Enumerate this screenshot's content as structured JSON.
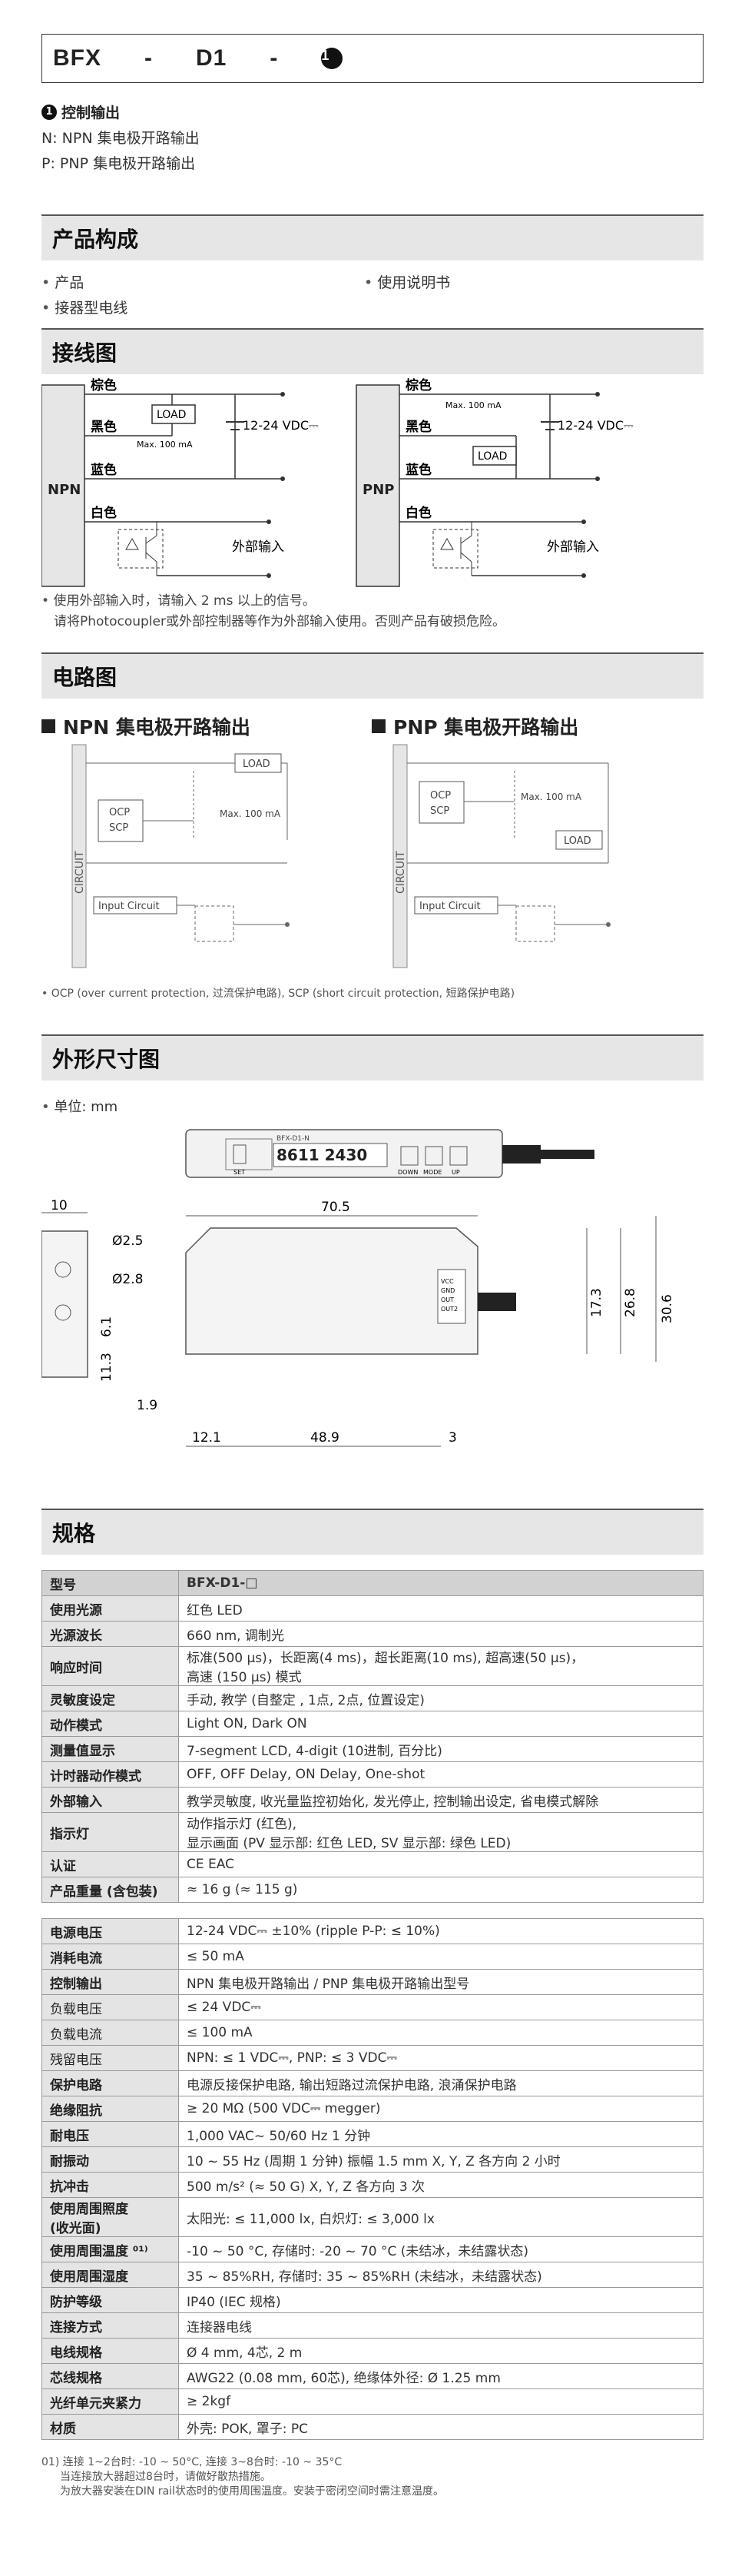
{
  "model": {
    "parts": [
      "BFX",
      "-",
      "D1",
      "-"
    ],
    "circle": "❶"
  },
  "option": {
    "title": "控制输出",
    "circle": "❶",
    "lines": [
      "N: NPN 集电极开路输出",
      "P: PNP 集电极开路输出"
    ]
  },
  "composition": {
    "title": "产品构成",
    "left": [
      "产品",
      "接器型电线"
    ],
    "right": [
      "使用说明书"
    ]
  },
  "wiring": {
    "title": "接线图",
    "npn": {
      "label": "NPN",
      "brown": "棕色",
      "black": "黑色",
      "blue": "蓝色",
      "white": "白色",
      "load": "LOAD",
      "max": "Max. 100 mA",
      "vdc": "12-24 VDC⎓",
      "ext": "外部输入"
    },
    "pnp": {
      "label": "PNP",
      "brown": "棕色",
      "black": "黑色",
      "blue": "蓝色",
      "white": "白色",
      "load": "LOAD",
      "max": "Max. 100 mA",
      "vdc": "12-24 VDC⎓",
      "ext": "外部输入"
    },
    "note1": "使用外部输入时，请输入 2 ms 以上的信号。",
    "note2": "请将Photocoupler或外部控制器等作为外部输入使用。否则产品有破损危险。"
  },
  "circuit": {
    "title": "电路图",
    "npn_title": "NPN 集电极开路输出",
    "pnp_title": "PNP 集电极开路输出",
    "load": "LOAD",
    "max": "Max. 100 mA",
    "ocp": "OCP",
    "scp": "SCP",
    "circuit_label": "CIRCUIT",
    "input_circuit": "Input Circuit",
    "note": "OCP (over current protection, 过流保护电路), SCP (short circuit protection, 短路保护电路)"
  },
  "dimensions": {
    "title": "外形尺寸图",
    "unit": "单位: mm",
    "display": "8611 2430",
    "top_label": "BFX-D1-N",
    "buttons": [
      "SET",
      "DOWN",
      "MODE",
      "UP"
    ],
    "wire_labels": [
      "VCC",
      "GND",
      "OUT",
      "OUT2"
    ],
    "dims": {
      "w10": "10",
      "d25": "Ø2.5",
      "d28": "Ø2.8",
      "h61": "6.1",
      "h113": "11.3",
      "l705": "70.5",
      "h173": "17.3",
      "h268": "26.8",
      "h306": "30.6",
      "l19": "1.9",
      "l121": "12.1",
      "l489": "48.9",
      "l3": "3"
    }
  },
  "specs_section": {
    "title": "规格",
    "rows1": [
      {
        "k": "型号",
        "v": "BFX-D1-□",
        "hdr": true
      },
      {
        "k": "使用光源",
        "v": "红色 LED"
      },
      {
        "k": "光源波长",
        "v": "660 nm, 调制光"
      },
      {
        "k": "响应时间",
        "v": "标准(500 μs)，长距离(4 ms)，超长距离(10 ms), 超高速(50 μs)，",
        "v2": "高速 (150 μs) 模式"
      },
      {
        "k": "灵敏度设定",
        "v": "手动, 教学 (自整定 , 1点, 2点, 位置设定)"
      },
      {
        "k": "动作模式",
        "v": "Light ON, Dark ON"
      },
      {
        "k": "测量值显示",
        "v": "7-segment LCD, 4-digit (10进制, 百分比)"
      },
      {
        "k": "计时器动作模式",
        "v": "OFF, OFF Delay, ON Delay, One-shot"
      },
      {
        "k": "外部输入",
        "v": "教学灵敏度, 收光量监控初始化, 发光停止, 控制输出设定, 省电模式解除"
      },
      {
        "k": "指示灯",
        "v": "动作指示灯 (红色),",
        "v2": "显示画面 (PV 显示部: 红色 LED, SV 显示部: 绿色 LED)"
      },
      {
        "k": "认证",
        "v": "CE EAC"
      },
      {
        "k": "产品重量 (含包装)",
        "v": "≈ 16 g (≈ 115 g)"
      }
    ],
    "rows2": [
      {
        "k": "电源电压",
        "v": "12-24 VDC⎓ ±10% (ripple P-P: ≤ 10%)"
      },
      {
        "k": "消耗电流",
        "v": "≤ 50 mA"
      },
      {
        "k": "控制输出",
        "v": "NPN 集电极开路输出 / PNP 集电极开路输出型号"
      },
      {
        "k": "负载电压",
        "v": "≤ 24 VDC⎓",
        "light": true
      },
      {
        "k": "负载电流",
        "v": "≤ 100 mA",
        "light": true
      },
      {
        "k": "残留电压",
        "v": "NPN: ≤ 1 VDC⎓, PNP: ≤ 3 VDC⎓",
        "light": true
      },
      {
        "k": "保护电路",
        "v": "电源反接保护电路, 输出短路过流保护电路, 浪涌保护电路"
      },
      {
        "k": "绝缘阻抗",
        "v": "≥ 20 MΩ (500 VDC⎓ megger)"
      },
      {
        "k": "耐电压",
        "v": "1,000 VAC∼ 50/60 Hz 1 分钟"
      },
      {
        "k": "耐振动",
        "v": "10 ~ 55 Hz (周期 1 分钟) 振幅 1.5 mm X, Y, Z 各方向 2 小时"
      },
      {
        "k": "抗冲击",
        "v": "500 m/s² (≈ 50 G) X, Y, Z 各方向 3 次"
      },
      {
        "k": "使用周围照度",
        "k2": "(收光面)",
        "v": "太阳光: ≤ 11,000 lx, 白炽灯: ≤ 3,000 lx",
        "tall": true
      },
      {
        "k": "使用周围温度 ⁰¹⁾",
        "v": "-10 ~ 50 °C, 存储时: -20 ~ 70 °C (未结冰，未结露状态)"
      },
      {
        "k": "使用周围湿度",
        "v": "35 ~ 85%RH, 存储时: 35 ~ 85%RH (未结冰，未结露状态)"
      },
      {
        "k": "防护等级",
        "v": "IP40 (IEC 规格)"
      },
      {
        "k": "连接方式",
        "v": "连接器电线"
      },
      {
        "k": "电线规格",
        "v": "Ø 4 mm, 4芯, 2 m"
      },
      {
        "k": "芯线规格",
        "v": "AWG22 (0.08 mm, 60芯), 绝缘体外径: Ø 1.25 mm"
      },
      {
        "k": "光纤单元夹紧力",
        "v": "≥ 2kgf"
      },
      {
        "k": "材质",
        "v": "外壳: POK, 罩子: PC"
      }
    ],
    "footnote": [
      "01) 连接 1~2台时: -10 ~ 50°C, 连接 3~8台时: -10 ~ 35°C",
      "当连接放大器超过8台时，请做好散热措施。",
      "为放大器安装在DIN rail状态时的使用周围温度。安装于密闭空间时需注意温度。"
    ]
  }
}
